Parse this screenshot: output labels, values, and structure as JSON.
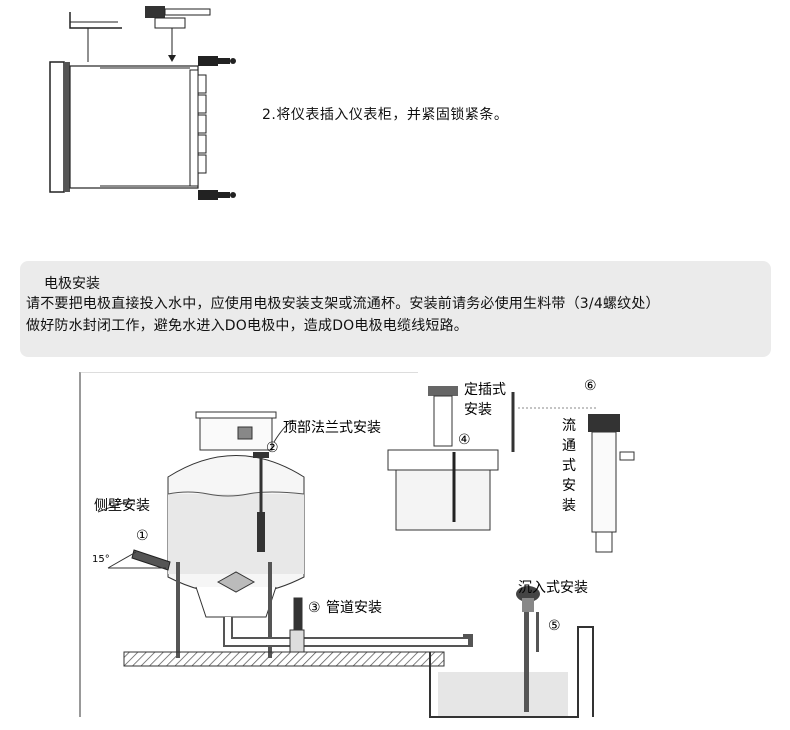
{
  "step": {
    "text": "2.将仪表插入仪表柜，并紧固锁紧条。"
  },
  "notice": {
    "title": "电极安装",
    "line1": "请不要把电极直接投入水中，应使用电极安装支架或流通杯。安装前请务必使用生料带（3/4螺纹处）",
    "line2": "做好防水封闭工作，避免水进入DO电极中，造成DO电极电缆线短路。"
  },
  "diagram": {
    "side_wall": "侧壁安装",
    "side_num": "①",
    "angle": "15°",
    "top_flange": "顶部法兰式安装",
    "top_num": "②",
    "pipe": "管道安装",
    "pipe_num": "③",
    "insert_line1": "定插式",
    "insert_line2": "安装",
    "insert_num": "④",
    "sink": "沉入式安装",
    "sink_num": "⑤",
    "flow_num": "⑥",
    "flow_chars": [
      "流",
      "通",
      "式",
      "安",
      "装"
    ]
  }
}
